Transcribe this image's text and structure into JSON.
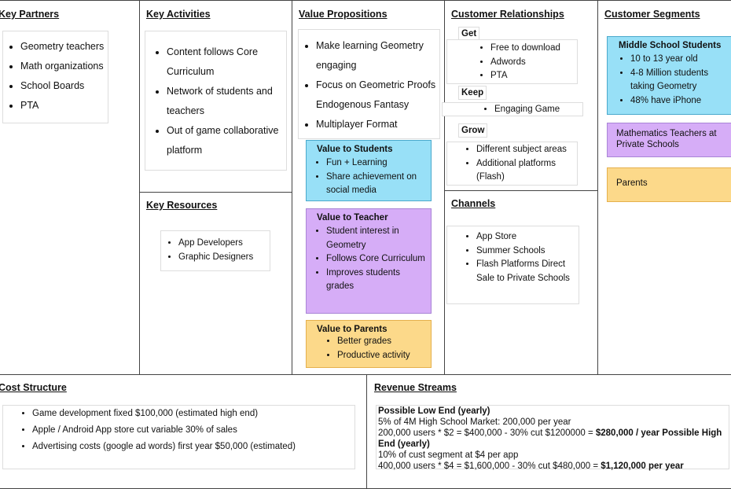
{
  "key_partners": {
    "title": "Key Partners",
    "items": [
      "Geometry teachers",
      "Math organizations",
      "School Boards",
      "PTA"
    ]
  },
  "key_activities": {
    "title": "Key Activities",
    "items": [
      "Content follows Core Curriculum",
      "Network of students and teachers",
      "Out of game collaborative platform"
    ]
  },
  "key_resources": {
    "title": "Key Resources",
    "items": [
      "App Developers",
      "Graphic Designers"
    ]
  },
  "value_propositions": {
    "title": "Value Propositions",
    "items": [
      "Make learning Geometry engaging",
      "Focus on Geometric Proofs Endogenous Fantasy",
      "Multiplayer Format"
    ],
    "students": {
      "title": "Value to Students",
      "items": [
        "Fun + Learning",
        "Share achievement on social media"
      ]
    },
    "teacher": {
      "title": "Value to Teacher",
      "items": [
        "Student interest in Geometry",
        "Follows Core Curriculum",
        "Improves students grades"
      ]
    },
    "parents": {
      "title": "Value to Parents",
      "items": [
        "Better grades",
        "Productive activity"
      ]
    }
  },
  "customer_relationships": {
    "title": "Customer Relationships",
    "get": {
      "label": "Get",
      "items": [
        "Free to download",
        "Adwords",
        "PTA"
      ]
    },
    "keep": {
      "label": "Keep",
      "items": [
        "Engaging Game"
      ]
    },
    "grow": {
      "label": "Grow",
      "items": [
        "Different subject areas",
        "Additional platforms (Flash)"
      ]
    }
  },
  "channels": {
    "title": "Channels",
    "items": [
      "App Store",
      "Summer Schools",
      "Flash Platforms Direct Sale to Private Schools"
    ]
  },
  "customer_segments": {
    "title": "Customer Segments",
    "students": {
      "title": "Middle School Students",
      "items": [
        "10 to 13 year old",
        "4-8 Million students taking Geometry",
        "48% have iPhone"
      ]
    },
    "teachers": "Mathematics Teachers at Private Schools",
    "parents": "Parents"
  },
  "cost_structure": {
    "title": "Cost Structure",
    "items": [
      "Game development fixed $100,000 (estimated high end)",
      "Apple / Android App store cut variable 30% of sales",
      "Advertising costs (google ad words)  first year $50,000 (estimated)"
    ]
  },
  "revenue_streams": {
    "title": "Revenue Streams",
    "low_title": "Possible Low End (yearly)",
    "low_line1": "5% of 4M High School Market:  200,000 per year",
    "low_line2": "200,000 users * $2 = $400,000 - 30% cut $1200000 = ",
    "low_result": "$280,000 / year",
    "high_title": "Possible High End (yearly)",
    "high_line1": "10% of cust segment at $4 per app",
    "high_line2": "400,000 users * $4 = $1,600,000 - 30% cut $480,000 = ",
    "high_result": "$1,120,000 per year"
  },
  "colors": {
    "blue": "#98e0f7",
    "purple": "#d6adf7",
    "orange": "#fcd98a"
  }
}
